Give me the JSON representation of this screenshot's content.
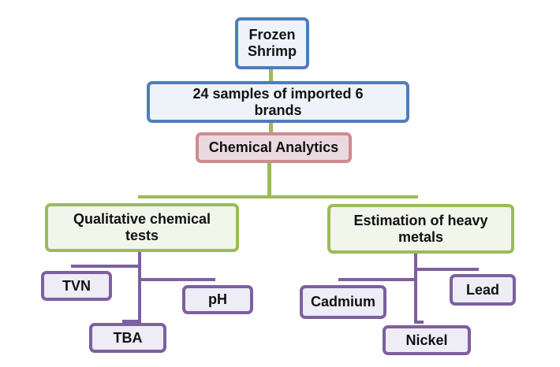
{
  "diagram": {
    "root": {
      "label": "Frozen Shrimp",
      "line1": "Frozen",
      "line2": "Shrimp"
    },
    "samples": {
      "label": "24 samples of imported 6 brands",
      "line1": "24 samples of imported 6",
      "line2": "brands"
    },
    "analytics": {
      "label": "Chemical Analytics"
    },
    "branches": [
      {
        "label": "Qualitative chemical tests",
        "line1": "Qualitative chemical",
        "line2": "tests",
        "children": [
          "TVN",
          "pH",
          "TBA"
        ]
      },
      {
        "label": "Estimation of heavy metals",
        "line1": "Estimation of heavy",
        "line2": "metals",
        "children": [
          "Cadmium",
          "Lead",
          "Nickel"
        ]
      }
    ]
  },
  "colors": {
    "blue_border": "#4f7db8",
    "red_border": "#cf8b8f",
    "green_border": "#9bbb59",
    "purple_border": "#7e5fa0"
  }
}
